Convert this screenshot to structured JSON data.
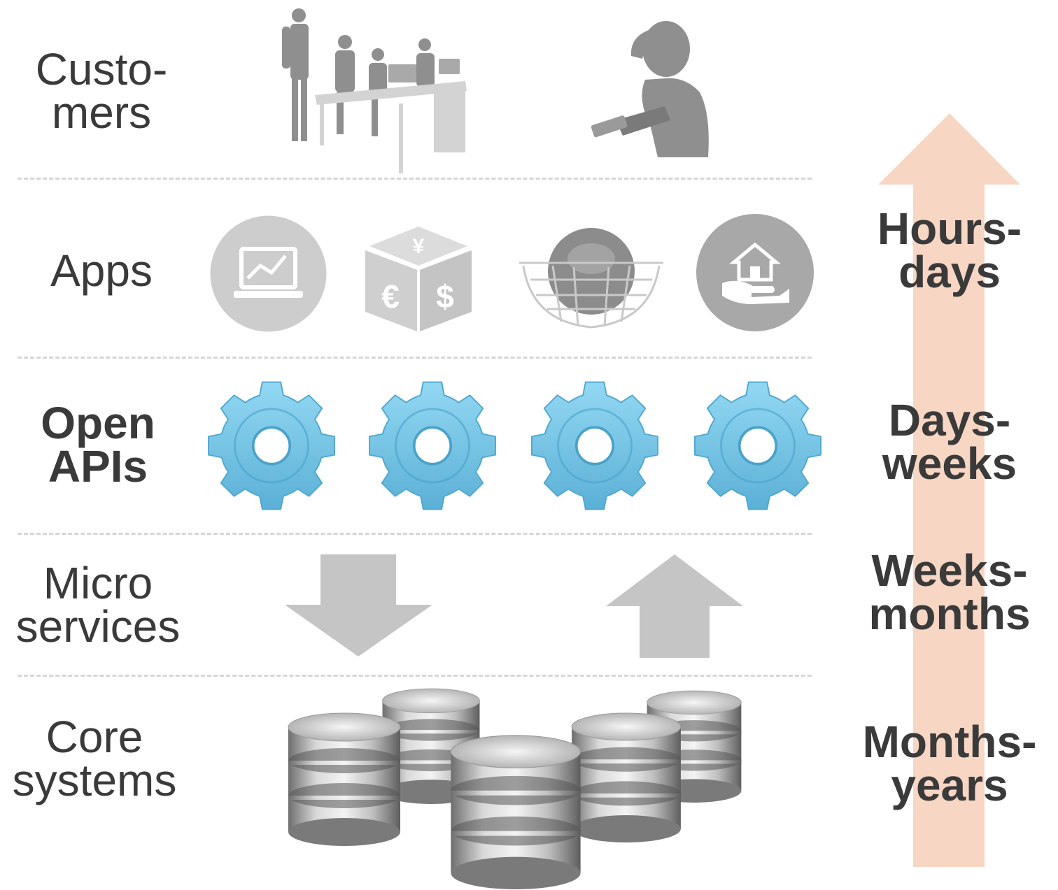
{
  "layers": {
    "customers": "Custo-\nmers",
    "apps": "Apps",
    "open_apis": "Open\nAPIs",
    "micro_services": "Micro\nservices",
    "core_systems": "Core\nsystems"
  },
  "timeline": {
    "hours_days": "Hours-\ndays",
    "days_weeks": "Days-\nweeks",
    "weeks_months": "Weeks-\nmonths",
    "months_years": "Months-\nyears"
  },
  "colors": {
    "timeline_arrow": "#f8d6c4",
    "gear": "#6ec3e6",
    "icon_gray": "#c8c8c8",
    "flow_arrow": "#c5c5c5"
  },
  "icons": {
    "customers": [
      "business-meeting-icon",
      "person-with-tablet-icon"
    ],
    "apps": [
      "laptop-chart-icon",
      "currency-cube-icon",
      "globe-basket-icon",
      "home-insurance-icon"
    ],
    "open_apis": [
      "gear-icon",
      "gear-icon",
      "gear-icon",
      "gear-icon"
    ],
    "micro_services": [
      "down-arrow-icon",
      "up-arrow-icon"
    ],
    "core_systems": [
      "database-icon"
    ]
  }
}
